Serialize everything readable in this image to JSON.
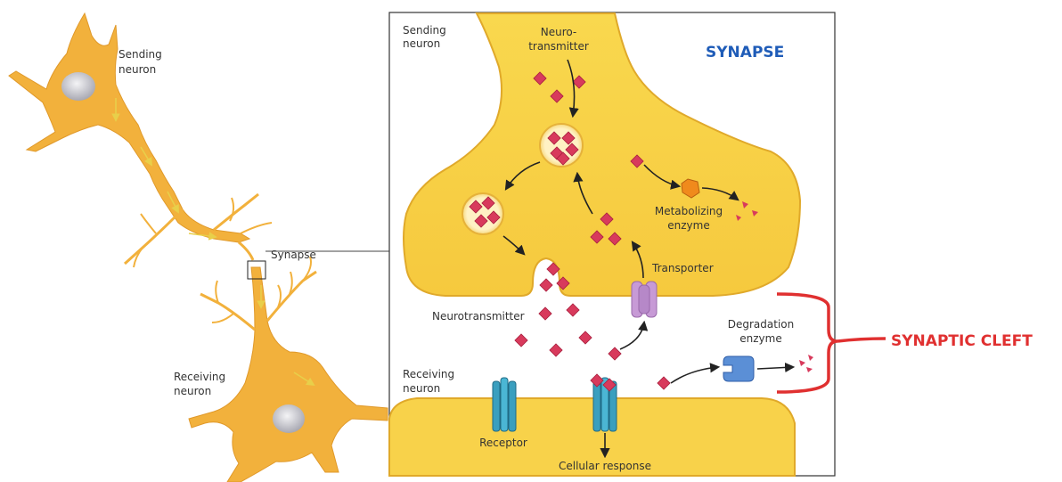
{
  "labels": {
    "sending_neuron_left_line1": "Sending",
    "sending_neuron_left_line2": "neuron",
    "synapse_small": "Synapse",
    "receiving_neuron_left_line1": "Receiving",
    "receiving_neuron_left_line2": "neuron",
    "sending_neuron_panel_line1": "Sending",
    "sending_neuron_panel_line2": "neuron",
    "neurotransmitter_top_line1": "Neuro-",
    "neurotransmitter_top_line2": "transmitter",
    "synapse_title": "SYNAPSE",
    "metabolizing_line1": "Metabolizing",
    "metabolizing_line2": "enzyme",
    "transporter": "Transporter",
    "neurotransmitter_mid": "Neurotransmitter",
    "degradation_line1": "Degradation",
    "degradation_line2": "enzyme",
    "receiving_neuron_panel_line1": "Receiving",
    "receiving_neuron_panel_line2": "neuron",
    "receptor": "Receptor",
    "cellular_response": "Cellular response",
    "synaptic_cleft": "SYNAPTIC CLEFT"
  },
  "colors": {
    "neuron_fill": "#f2b13c",
    "terminal_fill": "#f8d24a",
    "terminal_edge": "#e0a92a",
    "neurotransmitter": "#d83a5c",
    "receptor": "#3a9fbf",
    "transporter": "#c79ad6",
    "degradation_enzyme": "#5b8fd6",
    "metabolizing_enzyme": "#f08a1c",
    "synapse_title": "#1f5cb8",
    "cleft_red": "#e03030",
    "signal_arrow": "#f4e07a"
  }
}
